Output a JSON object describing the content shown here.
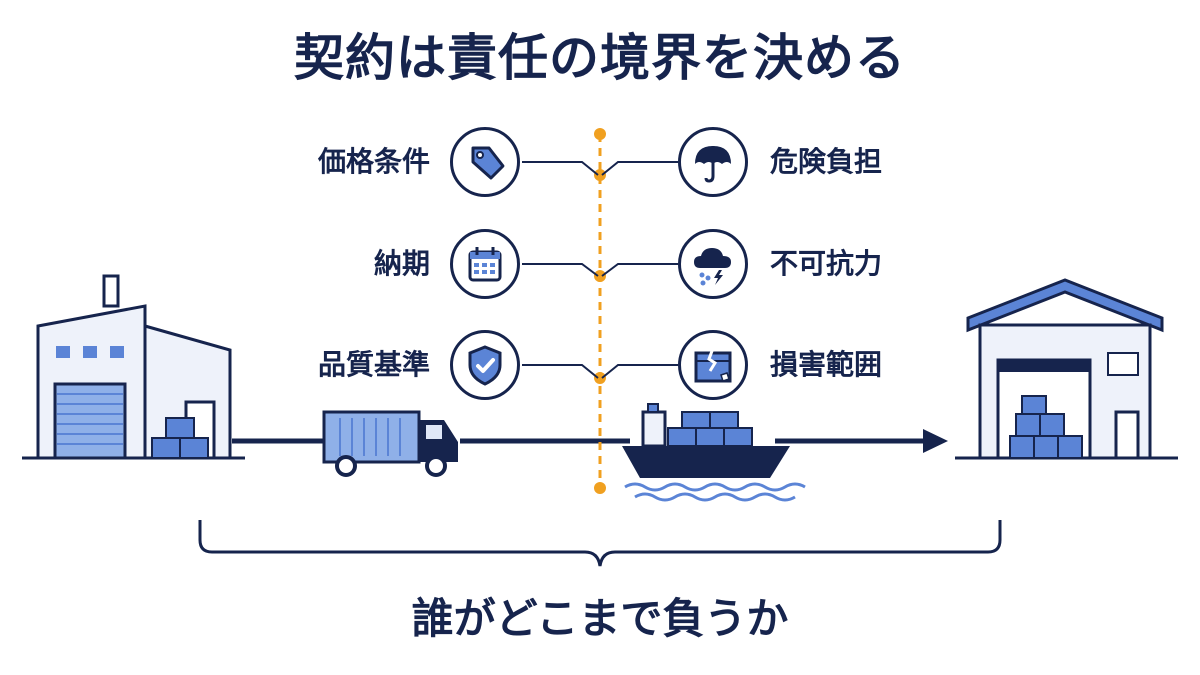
{
  "title": "契約は責任の境界を決める",
  "footer": "誰がどこまで負うか",
  "left_items": [
    {
      "label": "価格条件",
      "icon": "price-tag-icon"
    },
    {
      "label": "納期",
      "icon": "calendar-icon"
    },
    {
      "label": "品質基準",
      "icon": "shield-check-icon"
    }
  ],
  "right_items": [
    {
      "label": "危険負担",
      "icon": "umbrella-icon"
    },
    {
      "label": "不可抗力",
      "icon": "storm-cloud-icon"
    },
    {
      "label": "損害範囲",
      "icon": "damaged-box-icon"
    }
  ],
  "colors": {
    "navy": "#16244d",
    "blue": "#5b84d6",
    "light_blue": "#dfe7f7",
    "orange": "#f0a020"
  }
}
